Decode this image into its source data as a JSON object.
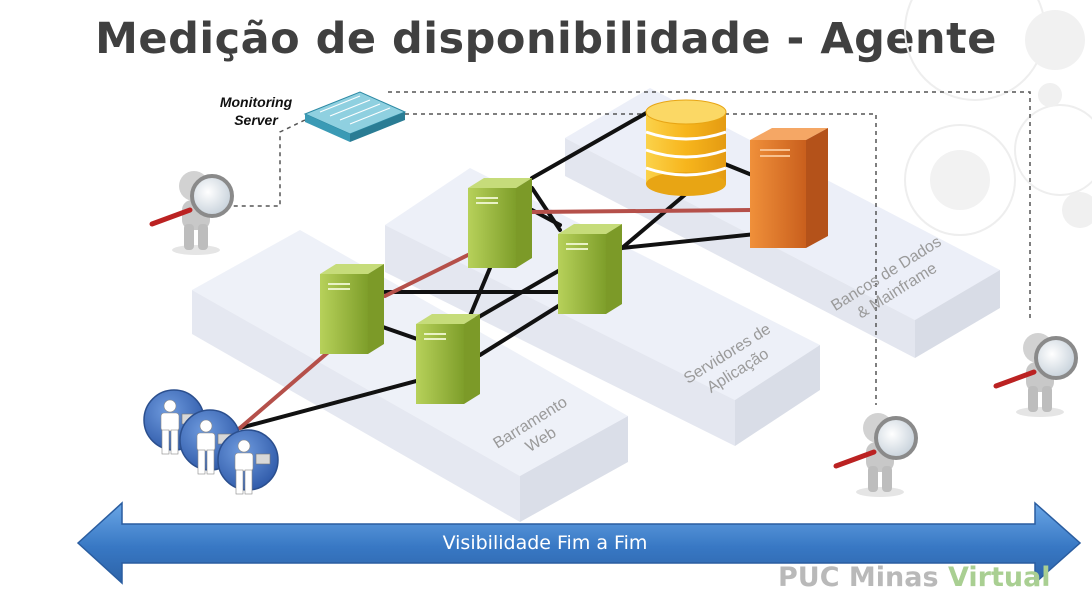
{
  "title": "Medição de disponibilidade - Agente",
  "monitoring_server": {
    "line1": "Monitoring",
    "line2": "Server"
  },
  "zones": {
    "web": {
      "line1": "Barramento",
      "line2": "Web"
    },
    "app": {
      "line1": "Servidores de",
      "line2": "Aplicação"
    },
    "db": {
      "line1": "Bancos de Dados",
      "line2": "& Mainframe"
    }
  },
  "arrow_label": "Visibilidade Fim a Fim",
  "logo": {
    "part1": "PUC Minas ",
    "part2": "Virtual"
  },
  "colors": {
    "server_green": "#9cbb3c",
    "mainframe_orange": "#e4782b",
    "database_yellow": "#f6b21b",
    "arrow_blue": "#3d7dc4",
    "link_red": "#b5504a",
    "link_black": "#111111"
  },
  "icons": [
    "magnifier-agent-icon",
    "users-icon",
    "server-icon",
    "database-icon",
    "mainframe-icon",
    "rack-server-icon"
  ]
}
